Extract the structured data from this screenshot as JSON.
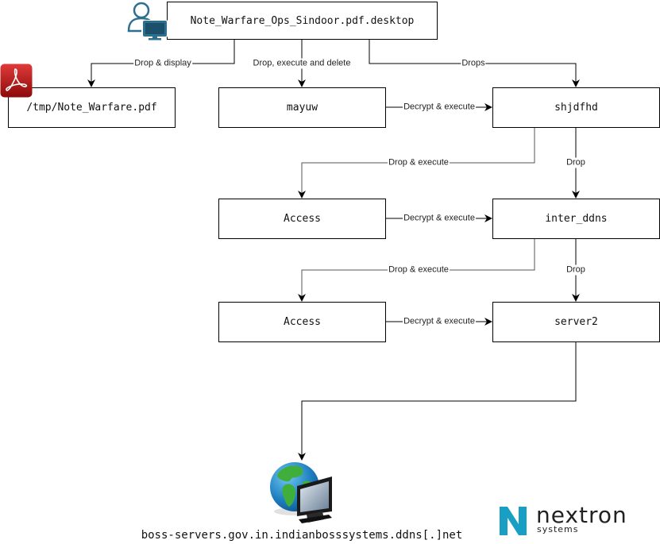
{
  "diagram": {
    "nodes": {
      "desktop_file": "Note_Warfare_Ops_Sindoor.pdf.desktop",
      "pdf_file": "/tmp/Note_Warfare.pdf",
      "mayuw": "mayuw",
      "shjdfhd": "shjdfhd",
      "access1": "Access",
      "inter_ddns": "inter_ddns",
      "access2": "Access",
      "server2": "server2"
    },
    "edges": {
      "desktop_to_pdf": "Drop & display",
      "desktop_to_mayuw": "Drop, execute and delete",
      "desktop_to_shjdfhd": "Drops",
      "mayuw_to_shjdfhd": "Decrypt & execute",
      "shjdfhd_to_access1": "Drop & execute",
      "shjdfhd_to_inter_ddns": "Drop",
      "access1_to_inter_ddns": "Decrypt & execute",
      "inter_ddns_to_access2": "Drop & execute",
      "inter_ddns_to_server2": "Drop",
      "access2_to_server2": "Decrypt & execute"
    },
    "c2_endpoint": "boss-servers.gov.in.indianbosssystems.ddns[.]net",
    "icons": {
      "user": "user-computer-icon",
      "pdf": "adobe-pdf-icon",
      "c2": "globe-monitor-icon"
    }
  },
  "branding": {
    "logo_main": "nextron",
    "logo_sub": "systems",
    "accent_color": "#1a9fc4"
  }
}
